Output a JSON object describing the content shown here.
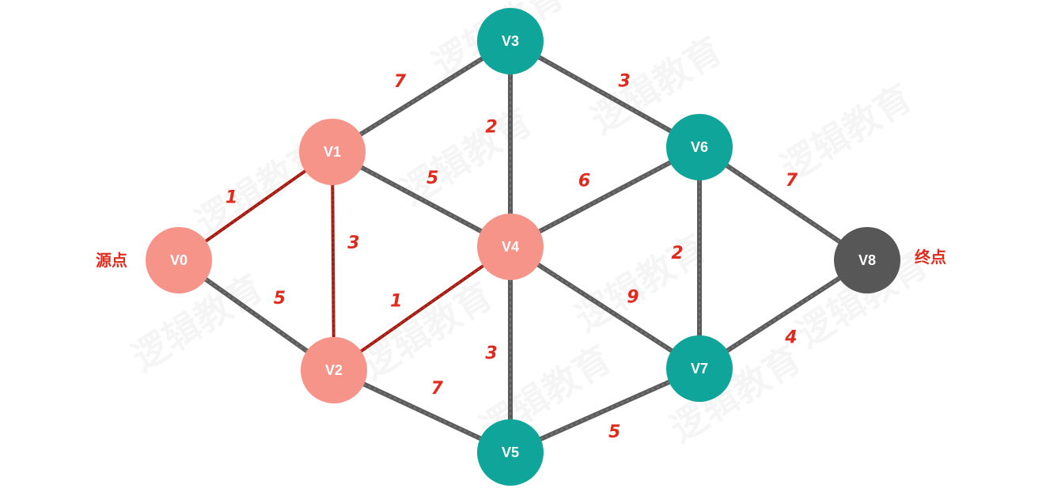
{
  "colors": {
    "visited_node": "#f7948a",
    "unvisited_node": "#0fa59a",
    "end_node": "#575757",
    "edge": "#5b5b5b",
    "highlight_edge": "#a3190f",
    "label": "#e02a1c"
  },
  "nodes": [
    {
      "id": "V0",
      "label": "V0",
      "state": "visited"
    },
    {
      "id": "V1",
      "label": "V1",
      "state": "visited"
    },
    {
      "id": "V2",
      "label": "V2",
      "state": "visited"
    },
    {
      "id": "V3",
      "label": "V3",
      "state": "unvisited"
    },
    {
      "id": "V4",
      "label": "V4",
      "state": "visited"
    },
    {
      "id": "V5",
      "label": "V5",
      "state": "unvisited"
    },
    {
      "id": "V6",
      "label": "V6",
      "state": "unvisited"
    },
    {
      "id": "V7",
      "label": "V7",
      "state": "unvisited"
    },
    {
      "id": "V8",
      "label": "V8",
      "state": "end"
    }
  ],
  "edges": [
    {
      "from": "V0",
      "to": "V1",
      "weight": "1",
      "highlighted": true
    },
    {
      "from": "V0",
      "to": "V2",
      "weight": "5",
      "highlighted": false
    },
    {
      "from": "V1",
      "to": "V2",
      "weight": "3",
      "highlighted": true
    },
    {
      "from": "V1",
      "to": "V3",
      "weight": "7",
      "highlighted": false
    },
    {
      "from": "V1",
      "to": "V4",
      "weight": "5",
      "highlighted": false
    },
    {
      "from": "V2",
      "to": "V4",
      "weight": "1",
      "highlighted": true
    },
    {
      "from": "V2",
      "to": "V5",
      "weight": "7",
      "highlighted": false
    },
    {
      "from": "V3",
      "to": "V4",
      "weight": "2",
      "highlighted": false
    },
    {
      "from": "V3",
      "to": "V6",
      "weight": "3",
      "highlighted": false
    },
    {
      "from": "V4",
      "to": "V6",
      "weight": "6",
      "highlighted": false
    },
    {
      "from": "V4",
      "to": "V5",
      "weight": "3",
      "highlighted": false
    },
    {
      "from": "V4",
      "to": "V7",
      "weight": "9",
      "highlighted": false
    },
    {
      "from": "V5",
      "to": "V7",
      "weight": "5",
      "highlighted": false
    },
    {
      "from": "V6",
      "to": "V7",
      "weight": "2",
      "highlighted": false
    },
    {
      "from": "V6",
      "to": "V8",
      "weight": "7",
      "highlighted": false
    },
    {
      "from": "V7",
      "to": "V8",
      "weight": "4",
      "highlighted": false
    }
  ],
  "source_label": "源点",
  "target_label": "终点",
  "watermark_text": "逻辑教育"
}
